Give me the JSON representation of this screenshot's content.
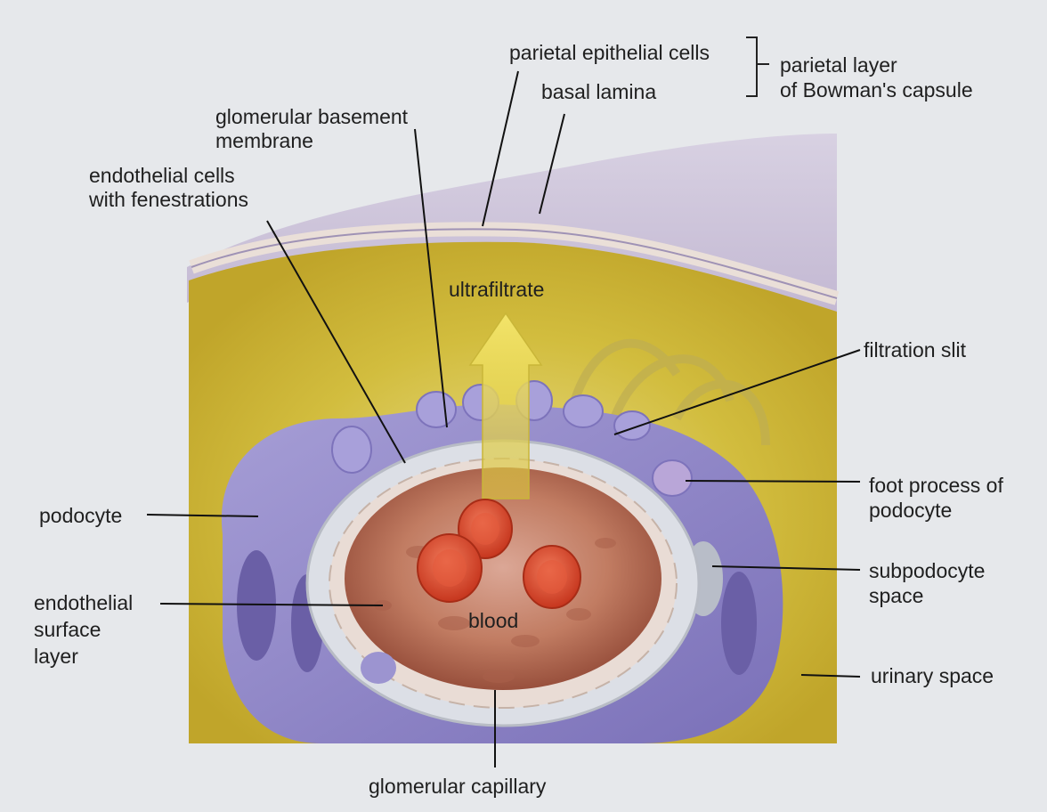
{
  "labels": {
    "parietal_epithelial_cells": "parietal epithelial cells",
    "basal_lamina": "basal lamina",
    "parietal_layer_line1": "parietal layer",
    "parietal_layer_line2": "of Bowman's capsule",
    "gbm_line1": "glomerular basement",
    "gbm_line2": "membrane",
    "endothelial_cells_line1": "endothelial cells",
    "endothelial_cells_line2": "with fenestrations",
    "ultrafiltrate": "ultrafiltrate",
    "filtration_slit": "filtration slit",
    "foot_process_line1": "foot process of",
    "foot_process_line2": "podocyte",
    "podocyte": "podocyte",
    "subpodocyte_line1": "subpodocyte",
    "subpodocyte_line2": "space",
    "endothelial_surface_line1": "endothelial",
    "endothelial_surface_line2": "surface",
    "endothelial_surface_line3": "layer",
    "blood": "blood",
    "urinary_space": "urinary space",
    "glomerular_capillary": "glomerular capillary"
  },
  "colors": {
    "background": "#e4e6e9",
    "bowman_capsule": "#c9bfd6",
    "urinary_space": "#cfb632",
    "podocyte": "#8f86c9",
    "foot_process": "#a79fd8",
    "basement_membrane": "#d9dce3",
    "blood_plasma": "#b36a52",
    "red_blood_cell": "#d8452a",
    "ultrafiltrate_arrow": "#e8d84a"
  }
}
